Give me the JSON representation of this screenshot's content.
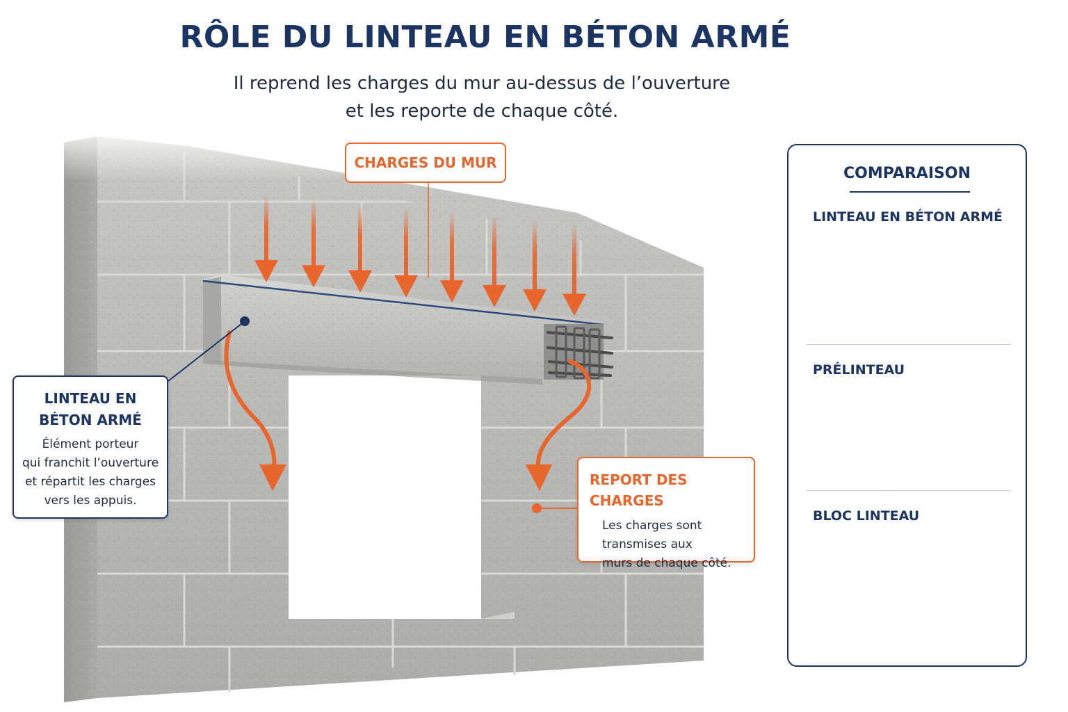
{
  "header": {
    "title": "RÔLE DU LINTEAU EN BÉTON ARMÉ",
    "subtitle_line1": "Il reprend les charges du mur au-dessus de l’ouverture",
    "subtitle_line2": "et les reporte de chaque côté."
  },
  "callouts": {
    "loads": {
      "label": "CHARGES DU MUR"
    },
    "lintel": {
      "title_line1": "LINTEAU EN",
      "title_line2": "BÉTON ARMÉ",
      "body_line1": "Élément porteur",
      "body_line2": "qui franchit l’ouverture",
      "body_line3": "et répartit les charges",
      "body_line4": "vers les appuis."
    },
    "transfer": {
      "title": "REPORT DES CHARGES",
      "body_line1": "Les charges sont",
      "body_line2": "transmises aux",
      "body_line3": "murs de chaque côté."
    }
  },
  "comparison": {
    "title": "COMPARAISON",
    "items": [
      {
        "label": "LINTEAU EN BÉTON ARMÉ",
        "icon": "reinforced-concrete-beam-icon"
      },
      {
        "label": "PRÉLINTEAU",
        "icon": "t-shaped-prelintel-icon"
      },
      {
        "label": "BLOC LINTEAU",
        "icon": "u-shaped-lintel-block-icon"
      }
    ]
  },
  "colors": {
    "navy": "#1b3461",
    "orange": "#e8652b",
    "concrete": "#b9b9b7",
    "concrete_dark": "#9c9c9a",
    "text": "#1e2a3d"
  }
}
